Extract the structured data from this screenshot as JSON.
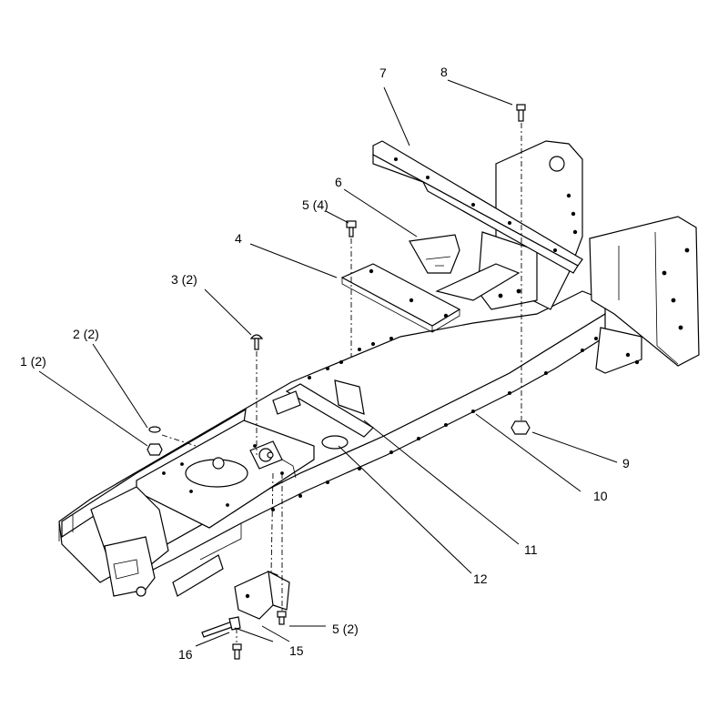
{
  "callouts": [
    {
      "id": "c1",
      "text": "1 (2)"
    },
    {
      "id": "c2",
      "text": "2 (2)"
    },
    {
      "id": "c3",
      "text": "3 (2)"
    },
    {
      "id": "c4",
      "text": "4"
    },
    {
      "id": "c5a",
      "text": "5 (4)"
    },
    {
      "id": "c5b",
      "text": "5 (2)"
    },
    {
      "id": "c6",
      "text": "6"
    },
    {
      "id": "c7",
      "text": "7"
    },
    {
      "id": "c8",
      "text": "8"
    },
    {
      "id": "c9",
      "text": "9"
    },
    {
      "id": "c10",
      "text": "10"
    },
    {
      "id": "c11",
      "text": "11"
    },
    {
      "id": "c12",
      "text": "12"
    },
    {
      "id": "c15",
      "text": "15"
    },
    {
      "id": "c16",
      "text": "16"
    }
  ]
}
